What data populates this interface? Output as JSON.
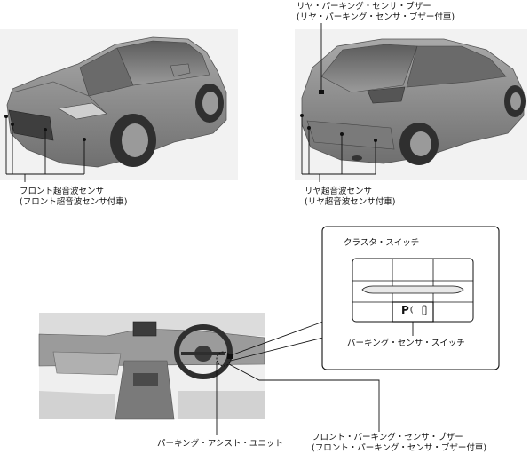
{
  "labels": {
    "rear_buzzer_line1": "リヤ・パーキング・センサ・ブザー",
    "rear_buzzer_line2": "(リヤ・パーキング・センサ・ブザー付車)",
    "front_sensor_line1": "フロント超音波センサ",
    "front_sensor_line2": "(フロント超音波センサ付車)",
    "rear_sensor_line1": "リヤ超音波センサ",
    "rear_sensor_line2": "(リヤ超音波センサ付車)",
    "cluster_switch": "クラスタ・スイッチ",
    "parking_sensor_switch": "パーキング・センサ・スイッチ",
    "parking_assist_unit": "パーキング・アシスト・ユニット",
    "front_buzzer_line1": "フロント・パーキング・センサ・ブザー",
    "front_buzzer_line2": "(フロント・パーキング・センサ・ブザー付車)",
    "switch_symbol": "P"
  },
  "colors": {
    "photo_bg": "#eeeeee",
    "car_body": "#8c8c8c",
    "car_dark": "#4a4a4a",
    "line": "#111111"
  }
}
